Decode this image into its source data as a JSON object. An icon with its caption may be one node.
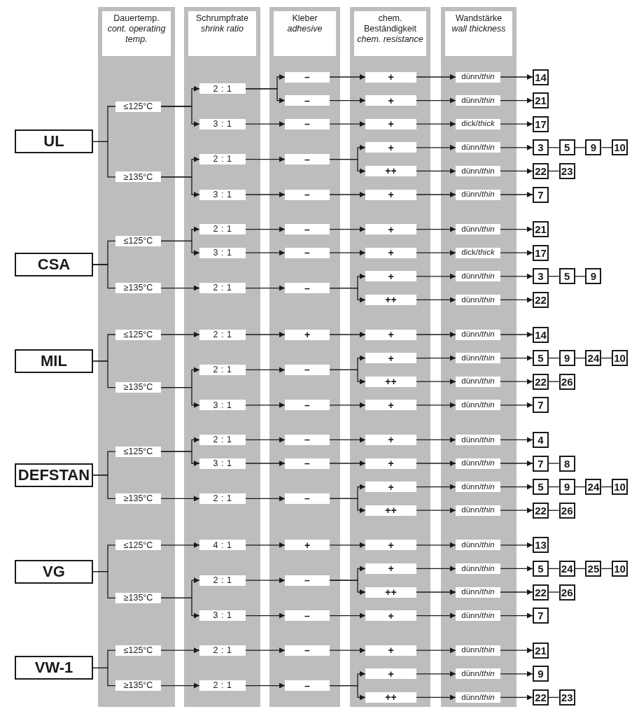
{
  "diagram": {
    "nodes": [
      {
        "text": [
          "Dauertemp.",
          "cont. operating temp."
        ]
      },
      {
        "text": [
          "Schrumpfrate",
          "shrink ratio"
        ]
      },
      {
        "text": [
          "Kleber",
          "adhesive"
        ]
      },
      {
        "text": [
          "chem. Beständigkeit",
          "chem. resistance"
        ]
      },
      {
        "text": [
          "Wandstärke",
          "wall thickness"
        ]
      },
      {
        "text": [
          "UL"
        ]
      },
      {
        "text": [
          "≤125°C"
        ],
        "in": 0
      },
      {
        "text": [
          "2 : 1"
        ],
        "in": 1
      },
      {
        "text": [
          "–"
        ],
        "in": 2
      },
      {
        "text": [
          "+"
        ],
        "in": 3
      },
      {
        "text": [
          "dünn/*thin*"
        ],
        "in": 4
      },
      {
        "text": [
          "14"
        ]
      },
      {
        "text": [
          "–"
        ],
        "in": 2
      },
      {
        "text": [
          "+"
        ],
        "in": 3
      },
      {
        "text": [
          "dünn/*thin*"
        ],
        "in": 4
      },
      {
        "text": [
          "21"
        ]
      },
      {
        "text": [
          "3 : 1"
        ],
        "in": 1
      },
      {
        "text": [
          "–"
        ],
        "in": 2
      },
      {
        "text": [
          "+"
        ],
        "in": 3
      },
      {
        "text": [
          "dick/*thick*"
        ],
        "in": 4
      },
      {
        "text": [
          "17"
        ]
      },
      {
        "text": [
          "≥135°C"
        ],
        "in": 0
      },
      {
        "text": [
          "2 : 1"
        ],
        "in": 1
      },
      {
        "text": [
          "–"
        ],
        "in": 2
      },
      {
        "text": [
          "+"
        ],
        "in": 3
      },
      {
        "text": [
          "dünn/*thin*"
        ],
        "in": 4
      },
      {
        "text": [
          "3"
        ]
      },
      {
        "text": [
          "5"
        ]
      },
      {
        "text": [
          "9"
        ]
      },
      {
        "text": [
          "10"
        ]
      },
      {
        "text": [
          "++"
        ],
        "in": 3
      },
      {
        "text": [
          "dünn/*thin*"
        ],
        "in": 4
      },
      {
        "text": [
          "22"
        ]
      },
      {
        "text": [
          "23"
        ]
      },
      {
        "text": [
          "3 : 1"
        ],
        "in": 1
      },
      {
        "text": [
          "–"
        ],
        "in": 2
      },
      {
        "text": [
          "+"
        ],
        "in": 3
      },
      {
        "text": [
          "dünn/*thin*"
        ],
        "in": 4
      },
      {
        "text": [
          "7"
        ]
      },
      {
        "text": [
          "CSA"
        ]
      },
      {
        "text": [
          "≤125°C"
        ],
        "in": 0
      },
      {
        "text": [
          "2 : 1"
        ],
        "in": 1
      },
      {
        "text": [
          "–"
        ],
        "in": 2
      },
      {
        "text": [
          "+"
        ],
        "in": 3
      },
      {
        "text": [
          "dünn/*thin*"
        ],
        "in": 4
      },
      {
        "text": [
          "21"
        ]
      },
      {
        "text": [
          "3 : 1"
        ],
        "in": 1
      },
      {
        "text": [
          "–"
        ],
        "in": 2
      },
      {
        "text": [
          "+"
        ],
        "in": 3
      },
      {
        "text": [
          "dick/*thick*"
        ],
        "in": 4
      },
      {
        "text": [
          "17"
        ]
      },
      {
        "text": [
          "≥135°C"
        ],
        "in": 0
      },
      {
        "text": [
          "2 : 1"
        ],
        "in": 1
      },
      {
        "text": [
          "–"
        ],
        "in": 2
      },
      {
        "text": [
          "+"
        ],
        "in": 3
      },
      {
        "text": [
          "dünn/*thin*"
        ],
        "in": 4
      },
      {
        "text": [
          "3"
        ]
      },
      {
        "text": [
          "5"
        ]
      },
      {
        "text": [
          "9"
        ]
      },
      {
        "text": [
          "++"
        ],
        "in": 3
      },
      {
        "text": [
          "dünn/*thin*"
        ],
        "in": 4
      },
      {
        "text": [
          "22"
        ]
      },
      {
        "text": [
          "MIL"
        ]
      },
      {
        "text": [
          "≤125°C"
        ],
        "in": 0
      },
      {
        "text": [
          "2 : 1"
        ],
        "in": 1
      },
      {
        "text": [
          "+"
        ],
        "in": 2
      },
      {
        "text": [
          "+"
        ],
        "in": 3
      },
      {
        "text": [
          "dünn/*thin*"
        ],
        "in": 4
      },
      {
        "text": [
          "14"
        ]
      },
      {
        "text": [
          "≥135°C"
        ],
        "in": 0
      },
      {
        "text": [
          "2 : 1"
        ],
        "in": 1
      },
      {
        "text": [
          "–"
        ],
        "in": 2
      },
      {
        "text": [
          "+"
        ],
        "in": 3
      },
      {
        "text": [
          "dünn/*thin*"
        ],
        "in": 4
      },
      {
        "text": [
          "5"
        ]
      },
      {
        "text": [
          "9"
        ]
      },
      {
        "text": [
          "24"
        ]
      },
      {
        "text": [
          "10"
        ]
      },
      {
        "text": [
          "++"
        ],
        "in": 3
      },
      {
        "text": [
          "dünn/*thin*"
        ],
        "in": 4
      },
      {
        "text": [
          "22"
        ]
      },
      {
        "text": [
          "26"
        ]
      },
      {
        "text": [
          "3 : 1"
        ],
        "in": 1
      },
      {
        "text": [
          "–"
        ],
        "in": 2
      },
      {
        "text": [
          "+"
        ],
        "in": 3
      },
      {
        "text": [
          "dünn/*thin*"
        ],
        "in": 4
      },
      {
        "text": [
          "7"
        ]
      },
      {
        "text": [
          "DEFSTAN"
        ]
      },
      {
        "text": [
          "≤125°C"
        ],
        "in": 0
      },
      {
        "text": [
          "2 : 1"
        ],
        "in": 1
      },
      {
        "text": [
          "–"
        ],
        "in": 2
      },
      {
        "text": [
          "+"
        ],
        "in": 3
      },
      {
        "text": [
          "dünn/*thin*"
        ],
        "in": 4
      },
      {
        "text": [
          "4"
        ]
      },
      {
        "text": [
          "3 : 1"
        ],
        "in": 1
      },
      {
        "text": [
          "–"
        ],
        "in": 2
      },
      {
        "text": [
          "+"
        ],
        "in": 3
      },
      {
        "text": [
          "dünn/*thin*"
        ],
        "in": 4
      },
      {
        "text": [
          "7"
        ]
      },
      {
        "text": [
          "8"
        ]
      },
      {
        "text": [
          "≥135°C"
        ],
        "in": 0
      },
      {
        "text": [
          "2 : 1"
        ],
        "in": 1
      },
      {
        "text": [
          "–"
        ],
        "in": 2
      },
      {
        "text": [
          "+"
        ],
        "in": 3
      },
      {
        "text": [
          "dünn/*thin*"
        ],
        "in": 4
      },
      {
        "text": [
          "5"
        ]
      },
      {
        "text": [
          "9"
        ]
      },
      {
        "text": [
          "24"
        ]
      },
      {
        "text": [
          "10"
        ]
      },
      {
        "text": [
          "++"
        ],
        "in": 3
      },
      {
        "text": [
          "dünn/*thin*"
        ],
        "in": 4
      },
      {
        "text": [
          "22"
        ]
      },
      {
        "text": [
          "26"
        ]
      },
      {
        "text": [
          "VG"
        ]
      },
      {
        "text": [
          "≤125°C"
        ],
        "in": 0
      },
      {
        "text": [
          "4 : 1"
        ],
        "in": 1
      },
      {
        "text": [
          "+"
        ],
        "in": 2
      },
      {
        "text": [
          "+"
        ],
        "in": 3
      },
      {
        "text": [
          "dünn/*thin*"
        ],
        "in": 4
      },
      {
        "text": [
          "13"
        ]
      },
      {
        "text": [
          "≥135°C"
        ],
        "in": 0
      },
      {
        "text": [
          "2 : 1"
        ],
        "in": 1
      },
      {
        "text": [
          "–"
        ],
        "in": 2
      },
      {
        "text": [
          "+"
        ],
        "in": 3
      },
      {
        "text": [
          "dünn/*thin*"
        ],
        "in": 4
      },
      {
        "text": [
          "5"
        ]
      },
      {
        "text": [
          "24"
        ]
      },
      {
        "text": [
          "25"
        ]
      },
      {
        "text": [
          "10"
        ]
      },
      {
        "text": [
          "++"
        ],
        "in": 3
      },
      {
        "text": [
          "dünn/*thin*"
        ],
        "in": 4
      },
      {
        "text": [
          "22"
        ]
      },
      {
        "text": [
          "26"
        ]
      },
      {
        "text": [
          "3 : 1"
        ],
        "in": 1
      },
      {
        "text": [
          "–"
        ],
        "in": 2
      },
      {
        "text": [
          "+"
        ],
        "in": 3
      },
      {
        "text": [
          "dünn/*thin*"
        ],
        "in": 4
      },
      {
        "text": [
          "7"
        ]
      },
      {
        "text": [
          "VW-1"
        ]
      },
      {
        "text": [
          "≤125°C"
        ],
        "in": 0
      },
      {
        "text": [
          "2 : 1"
        ],
        "in": 1
      },
      {
        "text": [
          "–"
        ],
        "in": 2
      },
      {
        "text": [
          "+"
        ],
        "in": 3
      },
      {
        "text": [
          "dünn/*thin*"
        ],
        "in": 4
      },
      {
        "text": [
          "21"
        ]
      },
      {
        "text": [
          "≥135°C"
        ],
        "in": 0
      },
      {
        "text": [
          "2 : 1"
        ],
        "in": 1
      },
      {
        "text": [
          "–"
        ],
        "in": 2
      },
      {
        "text": [
          "+"
        ],
        "in": 3
      },
      {
        "text": [
          "dünn/*thin*"
        ],
        "in": 4
      },
      {
        "text": [
          "9"
        ]
      },
      {
        "text": [
          "++"
        ],
        "in": 3
      },
      {
        "text": [
          "dünn/*thin*"
        ],
        "in": 4
      },
      {
        "text": [
          "22"
        ]
      },
      {
        "text": [
          "23"
        ]
      }
    ],
    "edges": [
      {
        "from": 5,
        "to": 6,
        "arrow": "none"
      },
      {
        "from": 5,
        "to": 21,
        "arrow": "none"
      },
      {
        "from": 6,
        "to": 7,
        "arrow": "to"
      },
      {
        "from": 6,
        "to": 16,
        "arrow": "to"
      },
      {
        "from": 7,
        "to": 8,
        "arrow": "to"
      },
      {
        "from": 7,
        "to": 12,
        "arrow": "to"
      },
      {
        "from": 8,
        "to": 9,
        "arrow": "to"
      },
      {
        "from": 9,
        "to": 10,
        "arrow": "to"
      },
      {
        "from": 10,
        "to": 11,
        "arrow": "to"
      },
      {
        "from": 12,
        "to": 13,
        "arrow": "to"
      },
      {
        "from": 13,
        "to": 14,
        "arrow": "to"
      },
      {
        "from": 14,
        "to": 15,
        "arrow": "to"
      },
      {
        "from": 16,
        "to": 17,
        "arrow": "to"
      },
      {
        "from": 17,
        "to": 18,
        "arrow": "to"
      },
      {
        "from": 18,
        "to": 19,
        "arrow": "to"
      },
      {
        "from": 19,
        "to": 20,
        "arrow": "to"
      },
      {
        "from": 21,
        "to": 22,
        "arrow": "to"
      },
      {
        "from": 21,
        "to": 34,
        "arrow": "to"
      },
      {
        "from": 22,
        "to": 23,
        "arrow": "to"
      },
      {
        "from": 23,
        "to": 24,
        "arrow": "to"
      },
      {
        "from": 23,
        "to": 30,
        "arrow": "to"
      },
      {
        "from": 24,
        "to": 25,
        "arrow": "to"
      },
      {
        "from": 25,
        "to": 26,
        "arrow": "to"
      },
      {
        "from": 26,
        "to": 27,
        "arrow": "none"
      },
      {
        "from": 27,
        "to": 28,
        "arrow": "none"
      },
      {
        "from": 28,
        "to": 29,
        "arrow": "none"
      },
      {
        "from": 30,
        "to": 31,
        "arrow": "to"
      },
      {
        "from": 31,
        "to": 32,
        "arrow": "to"
      },
      {
        "from": 32,
        "to": 33,
        "arrow": "none"
      },
      {
        "from": 34,
        "to": 35,
        "arrow": "to"
      },
      {
        "from": 35,
        "to": 36,
        "arrow": "to"
      },
      {
        "from": 36,
        "to": 37,
        "arrow": "to"
      },
      {
        "from": 37,
        "to": 38,
        "arrow": "to"
      },
      {
        "from": 39,
        "to": 40,
        "arrow": "none"
      },
      {
        "from": 39,
        "to": 51,
        "arrow": "none"
      },
      {
        "from": 40,
        "to": 41,
        "arrow": "to"
      },
      {
        "from": 40,
        "to": 46,
        "arrow": "to"
      },
      {
        "from": 41,
        "to": 42,
        "arrow": "to"
      },
      {
        "from": 42,
        "to": 43,
        "arrow": "to"
      },
      {
        "from": 43,
        "to": 44,
        "arrow": "to"
      },
      {
        "from": 44,
        "to": 45,
        "arrow": "to"
      },
      {
        "from": 46,
        "to": 47,
        "arrow": "to"
      },
      {
        "from": 47,
        "to": 48,
        "arrow": "to"
      },
      {
        "from": 48,
        "to": 49,
        "arrow": "to"
      },
      {
        "from": 49,
        "to": 50,
        "arrow": "to"
      },
      {
        "from": 51,
        "to": 52,
        "arrow": "to"
      },
      {
        "from": 52,
        "to": 53,
        "arrow": "to"
      },
      {
        "from": 53,
        "to": 54,
        "arrow": "to"
      },
      {
        "from": 53,
        "to": 59,
        "arrow": "to"
      },
      {
        "from": 54,
        "to": 55,
        "arrow": "to"
      },
      {
        "from": 55,
        "to": 56,
        "arrow": "to"
      },
      {
        "from": 56,
        "to": 57,
        "arrow": "none"
      },
      {
        "from": 57,
        "to": 58,
        "arrow": "none"
      },
      {
        "from": 59,
        "to": 60,
        "arrow": "to"
      },
      {
        "from": 60,
        "to": 61,
        "arrow": "to"
      },
      {
        "from": 62,
        "to": 63,
        "arrow": "none"
      },
      {
        "from": 62,
        "to": 69,
        "arrow": "none"
      },
      {
        "from": 63,
        "to": 64,
        "arrow": "to"
      },
      {
        "from": 64,
        "to": 65,
        "arrow": "to"
      },
      {
        "from": 65,
        "to": 66,
        "arrow": "to"
      },
      {
        "from": 66,
        "to": 67,
        "arrow": "to"
      },
      {
        "from": 67,
        "to": 68,
        "arrow": "to"
      },
      {
        "from": 69,
        "to": 70,
        "arrow": "to"
      },
      {
        "from": 69,
        "to": 82,
        "arrow": "to"
      },
      {
        "from": 70,
        "to": 71,
        "arrow": "to"
      },
      {
        "from": 71,
        "to": 72,
        "arrow": "to"
      },
      {
        "from": 71,
        "to": 78,
        "arrow": "to"
      },
      {
        "from": 72,
        "to": 73,
        "arrow": "to"
      },
      {
        "from": 73,
        "to": 74,
        "arrow": "to"
      },
      {
        "from": 74,
        "to": 75,
        "arrow": "none"
      },
      {
        "from": 75,
        "to": 76,
        "arrow": "none"
      },
      {
        "from": 76,
        "to": 77,
        "arrow": "none"
      },
      {
        "from": 78,
        "to": 79,
        "arrow": "to"
      },
      {
        "from": 79,
        "to": 80,
        "arrow": "to"
      },
      {
        "from": 80,
        "to": 81,
        "arrow": "none"
      },
      {
        "from": 82,
        "to": 83,
        "arrow": "to"
      },
      {
        "from": 83,
        "to": 84,
        "arrow": "to"
      },
      {
        "from": 84,
        "to": 85,
        "arrow": "to"
      },
      {
        "from": 85,
        "to": 86,
        "arrow": "to"
      },
      {
        "from": 87,
        "to": 88,
        "arrow": "none"
      },
      {
        "from": 87,
        "to": 100,
        "arrow": "none"
      },
      {
        "from": 88,
        "to": 89,
        "arrow": "to"
      },
      {
        "from": 88,
        "to": 94,
        "arrow": "to"
      },
      {
        "from": 89,
        "to": 90,
        "arrow": "to"
      },
      {
        "from": 90,
        "to": 91,
        "arrow": "to"
      },
      {
        "from": 91,
        "to": 92,
        "arrow": "to"
      },
      {
        "from": 92,
        "to": 93,
        "arrow": "to"
      },
      {
        "from": 94,
        "to": 95,
        "arrow": "to"
      },
      {
        "from": 95,
        "to": 96,
        "arrow": "to"
      },
      {
        "from": 96,
        "to": 97,
        "arrow": "to"
      },
      {
        "from": 97,
        "to": 98,
        "arrow": "to"
      },
      {
        "from": 98,
        "to": 99,
        "arrow": "none"
      },
      {
        "from": 100,
        "to": 101,
        "arrow": "to"
      },
      {
        "from": 101,
        "to": 102,
        "arrow": "to"
      },
      {
        "from": 102,
        "to": 103,
        "arrow": "to"
      },
      {
        "from": 102,
        "to": 109,
        "arrow": "to"
      },
      {
        "from": 103,
        "to": 104,
        "arrow": "to"
      },
      {
        "from": 104,
        "to": 105,
        "arrow": "to"
      },
      {
        "from": 105,
        "to": 106,
        "arrow": "none"
      },
      {
        "from": 106,
        "to": 107,
        "arrow": "none"
      },
      {
        "from": 107,
        "to": 108,
        "arrow": "none"
      },
      {
        "from": 109,
        "to": 110,
        "arrow": "to"
      },
      {
        "from": 110,
        "to": 111,
        "arrow": "to"
      },
      {
        "from": 111,
        "to": 112,
        "arrow": "none"
      },
      {
        "from": 113,
        "to": 114,
        "arrow": "none"
      },
      {
        "from": 113,
        "to": 120,
        "arrow": "none"
      },
      {
        "from": 114,
        "to": 115,
        "arrow": "to"
      },
      {
        "from": 115,
        "to": 116,
        "arrow": "to"
      },
      {
        "from": 116,
        "to": 117,
        "arrow": "to"
      },
      {
        "from": 117,
        "to": 118,
        "arrow": "to"
      },
      {
        "from": 118,
        "to": 119,
        "arrow": "to"
      },
      {
        "from": 120,
        "to": 121,
        "arrow": "to"
      },
      {
        "from": 120,
        "to": 133,
        "arrow": "to"
      },
      {
        "from": 121,
        "to": 122,
        "arrow": "to"
      },
      {
        "from": 122,
        "to": 123,
        "arrow": "to"
      },
      {
        "from": 122,
        "to": 129,
        "arrow": "to"
      },
      {
        "from": 123,
        "to": 124,
        "arrow": "to"
      },
      {
        "from": 124,
        "to": 125,
        "arrow": "to"
      },
      {
        "from": 125,
        "to": 126,
        "arrow": "none"
      },
      {
        "from": 126,
        "to": 127,
        "arrow": "none"
      },
      {
        "from": 127,
        "to": 128,
        "arrow": "none"
      },
      {
        "from": 129,
        "to": 130,
        "arrow": "to"
      },
      {
        "from": 130,
        "to": 131,
        "arrow": "to"
      },
      {
        "from": 131,
        "to": 132,
        "arrow": "none"
      },
      {
        "from": 133,
        "to": 134,
        "arrow": "to"
      },
      {
        "from": 134,
        "to": 135,
        "arrow": "to"
      },
      {
        "from": 135,
        "to": 136,
        "arrow": "to"
      },
      {
        "from": 136,
        "to": 137,
        "arrow": "to"
      },
      {
        "from": 138,
        "to": 139,
        "arrow": "none"
      },
      {
        "from": 138,
        "to": 145,
        "arrow": "none"
      },
      {
        "from": 139,
        "to": 140,
        "arrow": "to"
      },
      {
        "from": 140,
        "to": 141,
        "arrow": "to"
      },
      {
        "from": 141,
        "to": 142,
        "arrow": "to"
      },
      {
        "from": 142,
        "to": 143,
        "arrow": "to"
      },
      {
        "from": 143,
        "to": 144,
        "arrow": "to"
      },
      {
        "from": 145,
        "to": 146,
        "arrow": "to"
      },
      {
        "from": 146,
        "to": 147,
        "arrow": "to"
      },
      {
        "from": 147,
        "to": 148,
        "arrow": "to"
      },
      {
        "from": 147,
        "to": 151,
        "arrow": "to"
      },
      {
        "from": 148,
        "to": 149,
        "arrow": "to"
      },
      {
        "from": 149,
        "to": 150,
        "arrow": "to"
      },
      {
        "from": 151,
        "to": 152,
        "arrow": "to"
      },
      {
        "from": 152,
        "to": 153,
        "arrow": "to"
      },
      {
        "from": 153,
        "to": 154,
        "arrow": "none"
      }
    ]
  }
}
